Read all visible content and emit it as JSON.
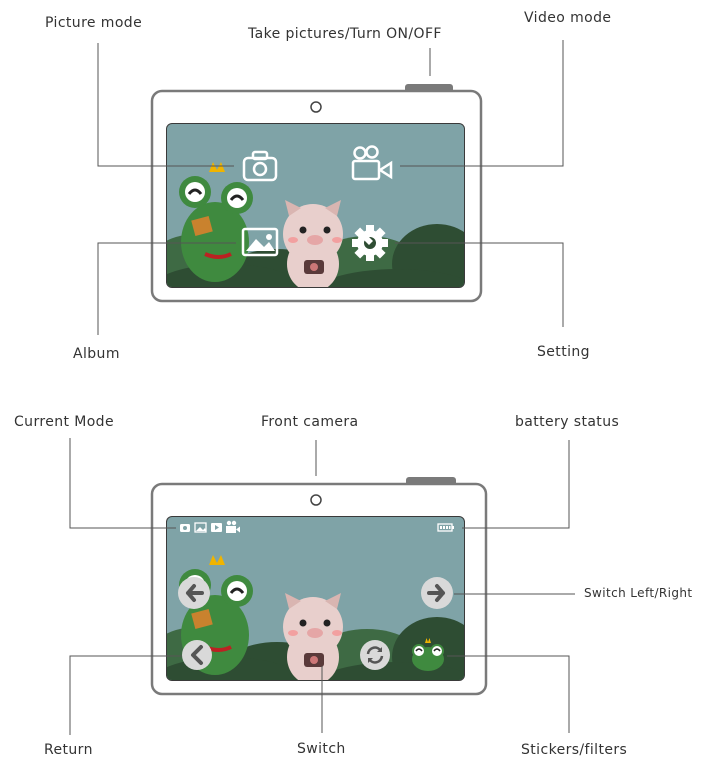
{
  "colors": {
    "screen_bg": "#7fa3a7",
    "bezel": "#3a3a3a",
    "body": "#ffffff",
    "body_stroke": "#7a7a7a",
    "callout_line": "#555555",
    "bush_dark": "#2e4d33",
    "bush_mid": "#3e6a44",
    "frog": "#3f8a3f",
    "pig": "#e8cfcc",
    "icon_white": "#ffffff",
    "button_grey": "#d9d9d9"
  },
  "diagram1": {
    "labels": {
      "picture_mode": "Picture mode",
      "take_pictures": "Take pictures/Turn ON/OFF",
      "video_mode": "Video mode",
      "album": "Album",
      "setting": "Setting"
    },
    "icons": [
      "camera-icon",
      "video-camera-icon",
      "album-icon",
      "settings-icon"
    ]
  },
  "diagram2": {
    "labels": {
      "current_mode": "Current Mode",
      "front_camera": "Front camera",
      "battery_status": "battery status",
      "switch_left_right": "Switch Left/Right",
      "return": "Return",
      "switch": "Switch",
      "stickers_filters": "Stickers/filters"
    },
    "icons": [
      "mode-camera-icon",
      "mode-album-icon",
      "mode-play-icon",
      "mode-video-icon",
      "battery-icon",
      "arrow-left-icon",
      "arrow-right-icon",
      "return-icon",
      "switch-icon",
      "sticker-frog-icon"
    ]
  }
}
